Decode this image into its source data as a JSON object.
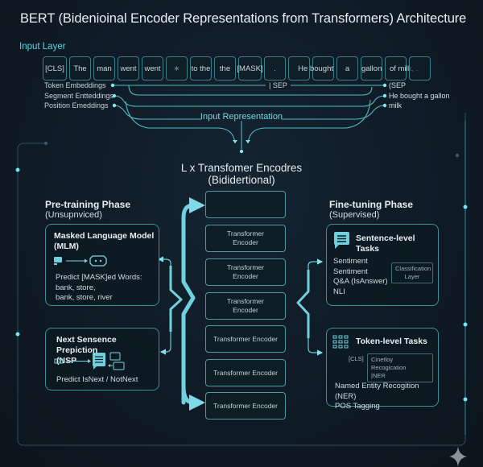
{
  "title": "BERT (Bidenioinal Encoder Representations from Transformers) Architecture",
  "input_layer": {
    "label": "Input Layer",
    "tokens": [
      "[CLS]",
      "The",
      "man",
      "went",
      "went",
      "∗",
      "to the",
      "the",
      "[MASK]",
      ".",
      "",
      "He bought",
      "a",
      "gallon",
      "of milk, ."
    ],
    "embeddings": [
      "Token Embeddings",
      "Segment Entteddings",
      "Position Emeddings"
    ],
    "sep_label": "| SEP",
    "right_labels": [
      "(SEP",
      "He bought a gallon",
      "milk"
    ],
    "representation_label": "Input Representation"
  },
  "stack": {
    "title": "L x Transfomer Encodres",
    "subtitle": "(Bididertional)",
    "encoders": [
      "",
      "Transformer Encoder",
      "Transformer Encoder",
      "Transformer Encoder",
      "Transformer Encoder",
      "Transformer Encoder",
      "Transformer Encoder"
    ]
  },
  "pretraining": {
    "title": "Pre-training Phase",
    "subtitle": "(Unsupnviced)",
    "mlm": {
      "title_line1": "Masked Language Model",
      "title_line2": "(MLM)",
      "text": [
        "Predict [MASK]ed Words:",
        "bank, store,",
        "bank, store, river"
      ],
      "icons": [
        "chat-icon",
        "arrow-right-icon",
        "robot-icon"
      ]
    },
    "nsp": {
      "title_line1": "Next Sensence Prepiction",
      "title_line2": "(NSP",
      "text": "Predict IsNext / NotNext",
      "icons": [
        "sentence-icon",
        "arrow-right-icon",
        "document-icon",
        "dialog-icon"
      ]
    }
  },
  "finetuning": {
    "title": "Fine-tuning Phase",
    "subtitle": "(Supervised)",
    "sentence": {
      "title": "Sentence-level Tasks",
      "items": [
        "Sentiment",
        "Sentiment",
        "Q&A (IsAnswer)",
        "NLI"
      ],
      "box": [
        "Classification",
        "Layer"
      ],
      "icon": "message-icon"
    },
    "token": {
      "title": "Token-level Tasks",
      "cls": "[CLS]",
      "box": [
        "Cinetloy Recogication",
        "|NER"
      ],
      "items": [
        "Named Entity Recogition (NER)",
        "POS Tagging"
      ],
      "icon": "grid-icon"
    }
  },
  "colors": {
    "background": "#0f1b26",
    "accent": "#5fd3e0",
    "border": "#3e8f99",
    "text": "#dfe8ee"
  }
}
